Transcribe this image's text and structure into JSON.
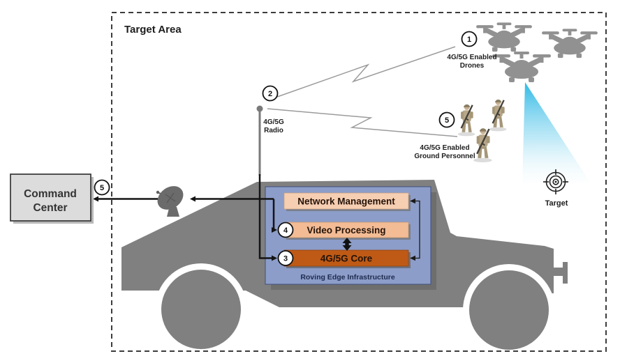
{
  "target_area": {
    "label": "Target Area"
  },
  "command_center": {
    "title_line1": "Command",
    "title_line2": "Center"
  },
  "radio": {
    "label_line1": "4G/5G",
    "label_line2": "Radio"
  },
  "drones": {
    "label_line1": "4G/5G Enabled",
    "label_line2": "Drones"
  },
  "ground_personnel": {
    "label_line1": "4G/5G Enabled",
    "label_line2": "Ground Personnel"
  },
  "target": {
    "label": "Target"
  },
  "edge_infrastructure": {
    "panel_label": "Roving Edge Infrastructure",
    "network_management_label": "Network Management",
    "video_processing_label": "Video Processing",
    "core_label": "4G/5G Core"
  },
  "markers": {
    "drones": "1",
    "radio": "2",
    "core": "3",
    "video_processing": "4",
    "ground_personnel": "5",
    "command_center": "5"
  },
  "colors": {
    "vehicle_gray": "#808080",
    "panel_blue": "#8C9DC9",
    "network_management_fill": "#F6CEB2",
    "video_processing_fill": "#F3BC95",
    "core_fill": "#BE5A16",
    "beam_cyan": "#24B6E4",
    "command_center_fill": "#DCDCDC",
    "line_black": "#141414"
  }
}
